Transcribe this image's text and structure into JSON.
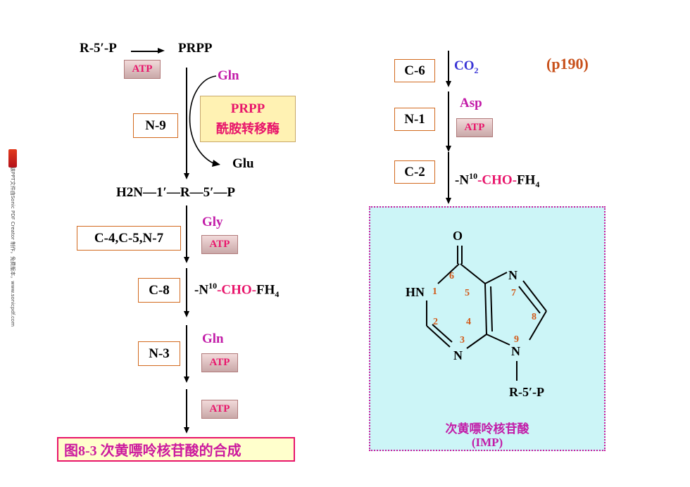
{
  "header": {
    "page_ref": "(p190)"
  },
  "left": {
    "start_substrate": "R-5′-P",
    "start_product": "PRPP",
    "atp": "ATP",
    "step_n9": "N-9",
    "gln": "Gln",
    "glu": "Glu",
    "enzyme_line1": "PRPP",
    "enzyme_line2": "酰胺转移酶",
    "intermediate": "H2N—1′—R—5′—P",
    "step_c4c5n7": "C-4,C-5,N-7",
    "gly": "Gly",
    "step_c8": "C-8",
    "formyl_prefix": "-N",
    "formyl_sup": "10",
    "formyl_dash": "-",
    "formyl_cho": "CHO",
    "formyl_dash2": "-",
    "formyl_fh": "FH",
    "formyl_sub": "4",
    "step_n3": "N-3"
  },
  "right": {
    "step_c6": "C-6",
    "co2_main": "CO",
    "co2_sub": "2",
    "step_n1": "N-1",
    "asp": "Asp",
    "step_c2": "C-2"
  },
  "imp": {
    "atom_O": "O",
    "atom_HN": "HN",
    "atom_N_top": "N",
    "atom_N_bottom": "N",
    "atom_N9": "N",
    "r_group": "R-5′-P",
    "num": [
      "1",
      "2",
      "3",
      "4",
      "5",
      "6",
      "7",
      "8",
      "9"
    ],
    "name_cn": "次黄嘌呤核苷酸",
    "name_abbr": "(IMP)"
  },
  "caption": "图8-3  次黄嘌呤核苷酸的合成",
  "sidebar_text": "该PPT文件由Sonic PDF Creator 制作，免费版本，www.sonicpdf.com",
  "colors": {
    "accent_orange": "#d2691e",
    "magenta": "#c21ca8",
    "pink": "#e8156b",
    "blue": "#3a35d6",
    "panel_bg": "#ccf5f7",
    "caption_bg": "#ffffcc"
  }
}
